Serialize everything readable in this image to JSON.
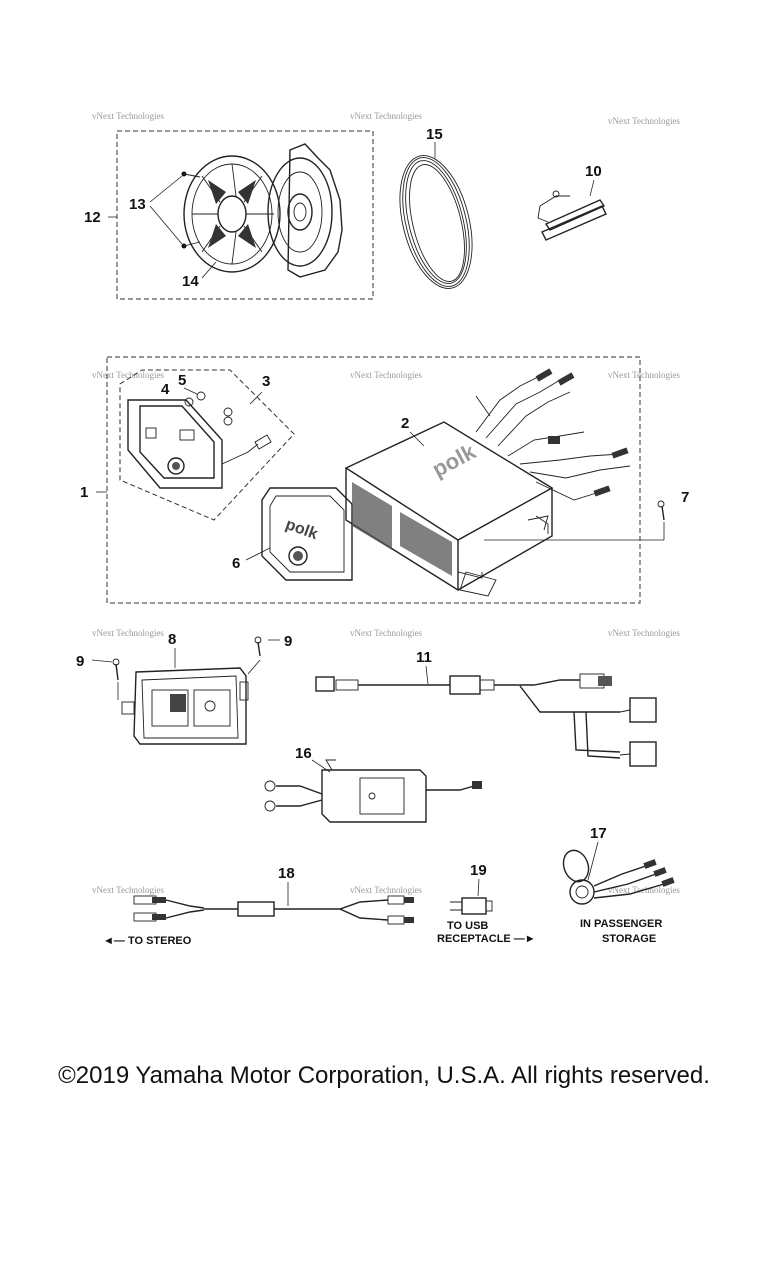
{
  "watermark": "vNext Technologies",
  "callouts": {
    "c1": "1",
    "c2": "2",
    "c3": "3",
    "c4": "4",
    "c5": "5",
    "c6": "6",
    "c7": "7",
    "c8": "8",
    "c9a": "9",
    "c9b": "9",
    "c10": "10",
    "c11": "11",
    "c12": "12",
    "c13": "13",
    "c14": "14",
    "c15": "15",
    "c16": "16",
    "c17": "17",
    "c18": "18",
    "c19": "19"
  },
  "notes": {
    "to_stereo": "◄— TO STEREO",
    "to_usb_line1": "TO USB",
    "to_usb_line2": "RECEPTACLE —►",
    "passenger_line1": "IN PASSENGER",
    "passenger_line2": "STORAGE"
  },
  "brand_text": "polk",
  "copyright": "©2019 Yamaha Motor Corporation, U.S.A. All rights reserved."
}
